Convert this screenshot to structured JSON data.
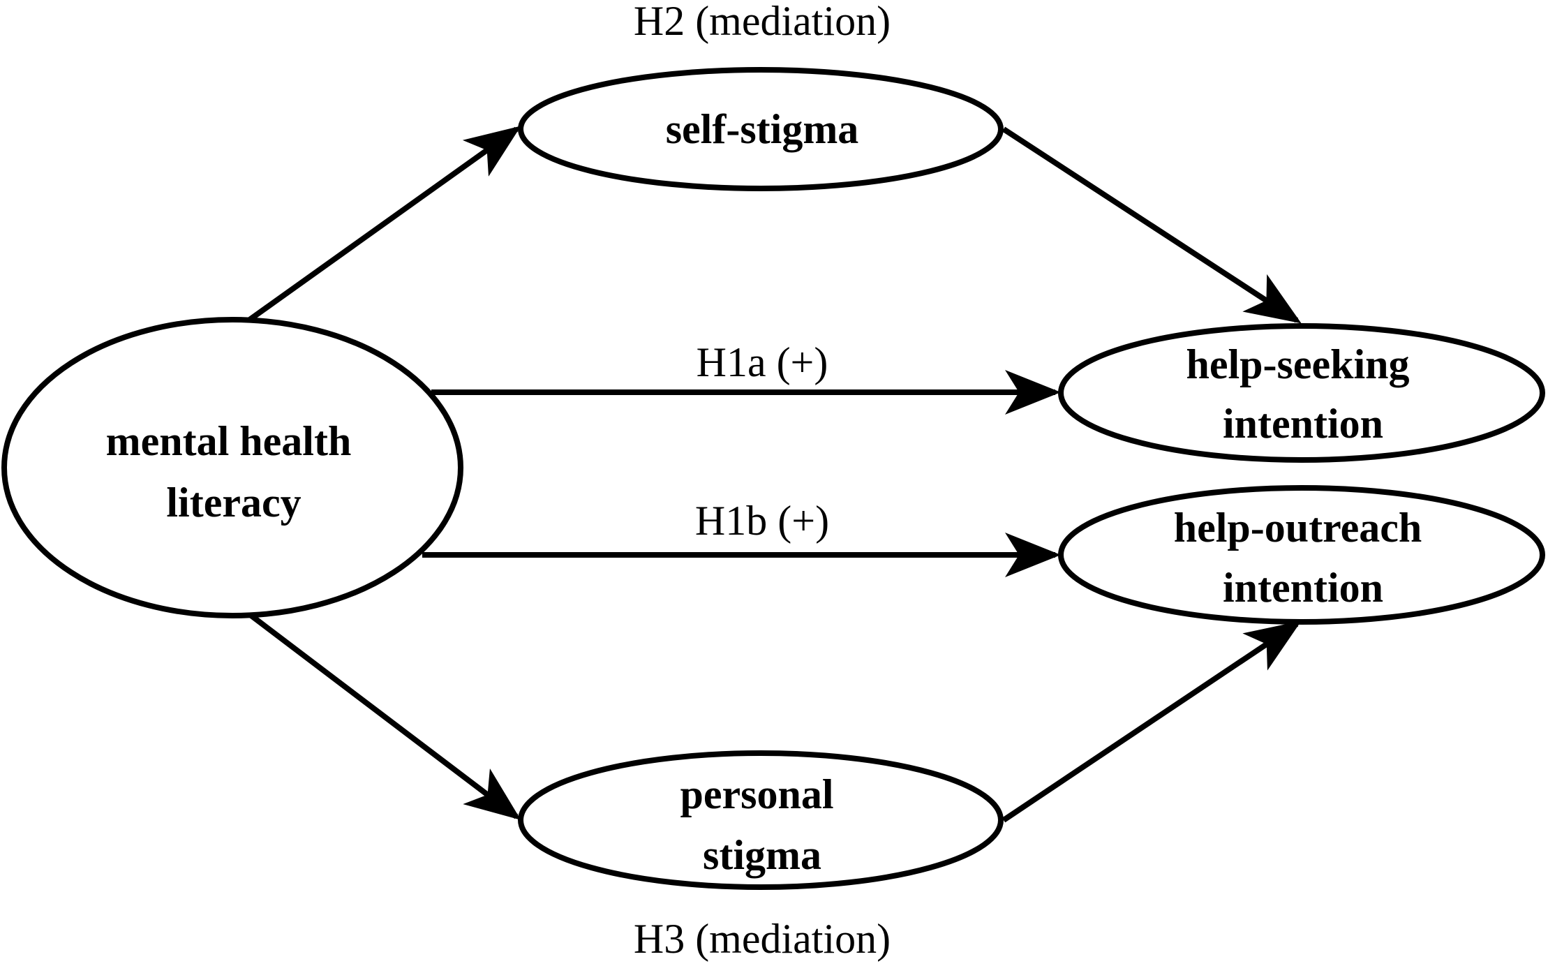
{
  "nodes": {
    "mental_health_literacy": {
      "lines": [
        "mental health",
        "literacy"
      ]
    },
    "self_stigma": {
      "lines": [
        "self-stigma"
      ]
    },
    "help_seeking_intention": {
      "lines": [
        "help-seeking",
        "intention"
      ]
    },
    "help_outreach_intention": {
      "lines": [
        "help-outreach",
        "intention"
      ]
    },
    "personal_stigma": {
      "lines": [
        "personal",
        "stigma"
      ]
    }
  },
  "edge_labels": {
    "h2": "H2 (mediation)",
    "h1a": "H1a (+)",
    "h1b": "H1b (+)",
    "h3": "H3 (mediation)"
  },
  "edges": [
    {
      "from": "mental health literacy",
      "to": "self-stigma"
    },
    {
      "from": "self-stigma",
      "to": "help-seeking intention"
    },
    {
      "from": "mental health literacy",
      "to": "help-seeking intention"
    },
    {
      "from": "mental health literacy",
      "to": "help-outreach intention"
    },
    {
      "from": "mental health literacy",
      "to": "personal stigma"
    },
    {
      "from": "personal stigma",
      "to": "help-outreach intention"
    }
  ],
  "colors": {
    "stroke": "#000000",
    "background": "#ffffff"
  }
}
